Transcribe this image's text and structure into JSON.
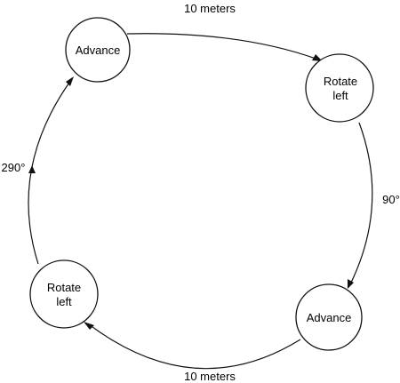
{
  "nodes": [
    {
      "id": "advance-top",
      "lines": [
        "Advance"
      ]
    },
    {
      "id": "rotate-right",
      "lines": [
        "Rotate",
        "left"
      ]
    },
    {
      "id": "advance-bottom",
      "lines": [
        "Advance"
      ]
    },
    {
      "id": "rotate-left",
      "lines": [
        "Rotate",
        "left"
      ]
    }
  ],
  "edges": [
    {
      "from": "advance-top",
      "to": "rotate-right",
      "label": "10 meters"
    },
    {
      "from": "rotate-right",
      "to": "advance-bottom",
      "label": "90°"
    },
    {
      "from": "advance-bottom",
      "to": "rotate-left",
      "label": "10 meters"
    },
    {
      "from": "rotate-left",
      "to": "advance-top",
      "label": "290°"
    }
  ],
  "colors": {
    "stroke": "#111111",
    "background": "#ffffff"
  }
}
